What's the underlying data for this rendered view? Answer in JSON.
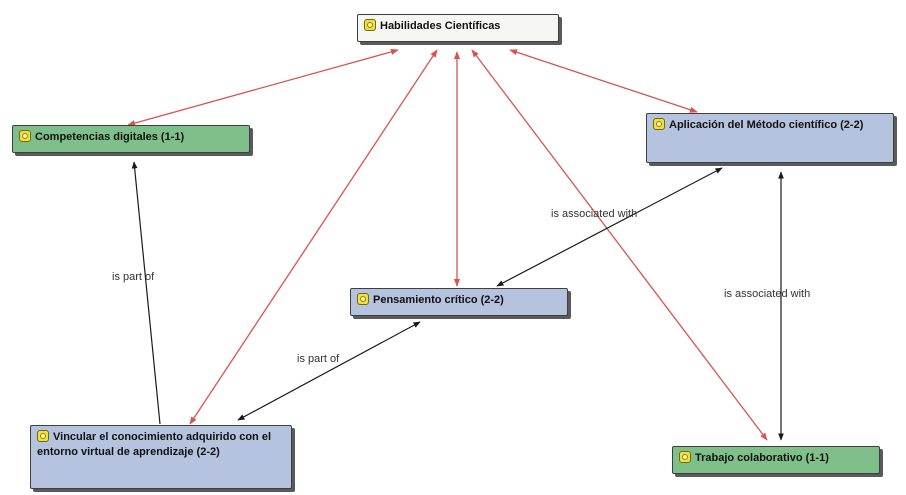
{
  "nodes": {
    "habilidades": {
      "label": "Habilidades Científicas"
    },
    "competencias": {
      "label": "Competencias digitales (1-1)"
    },
    "aplicacion": {
      "label": "Aplicación del Método científico (2-2)"
    },
    "pensamiento": {
      "label": "Pensamiento crítico (2-2)"
    },
    "vincular": {
      "label": "Vincular el conocimiento adquirido con el entorno virtual de aprendizaje (2-2)"
    },
    "trabajo": {
      "label": "Trabajo colaborativo (1-1)"
    }
  },
  "edge_labels": {
    "part_of_1": "is part of",
    "part_of_2": "is part of",
    "assoc_1": "is associated with",
    "assoc_2": "is associated with"
  },
  "colors": {
    "root_node": "#f6f6f2",
    "green_node": "#7fc08a",
    "blue_node": "#b5c3df",
    "red_link": "#d9534f",
    "black_link": "#1a1a1a"
  }
}
